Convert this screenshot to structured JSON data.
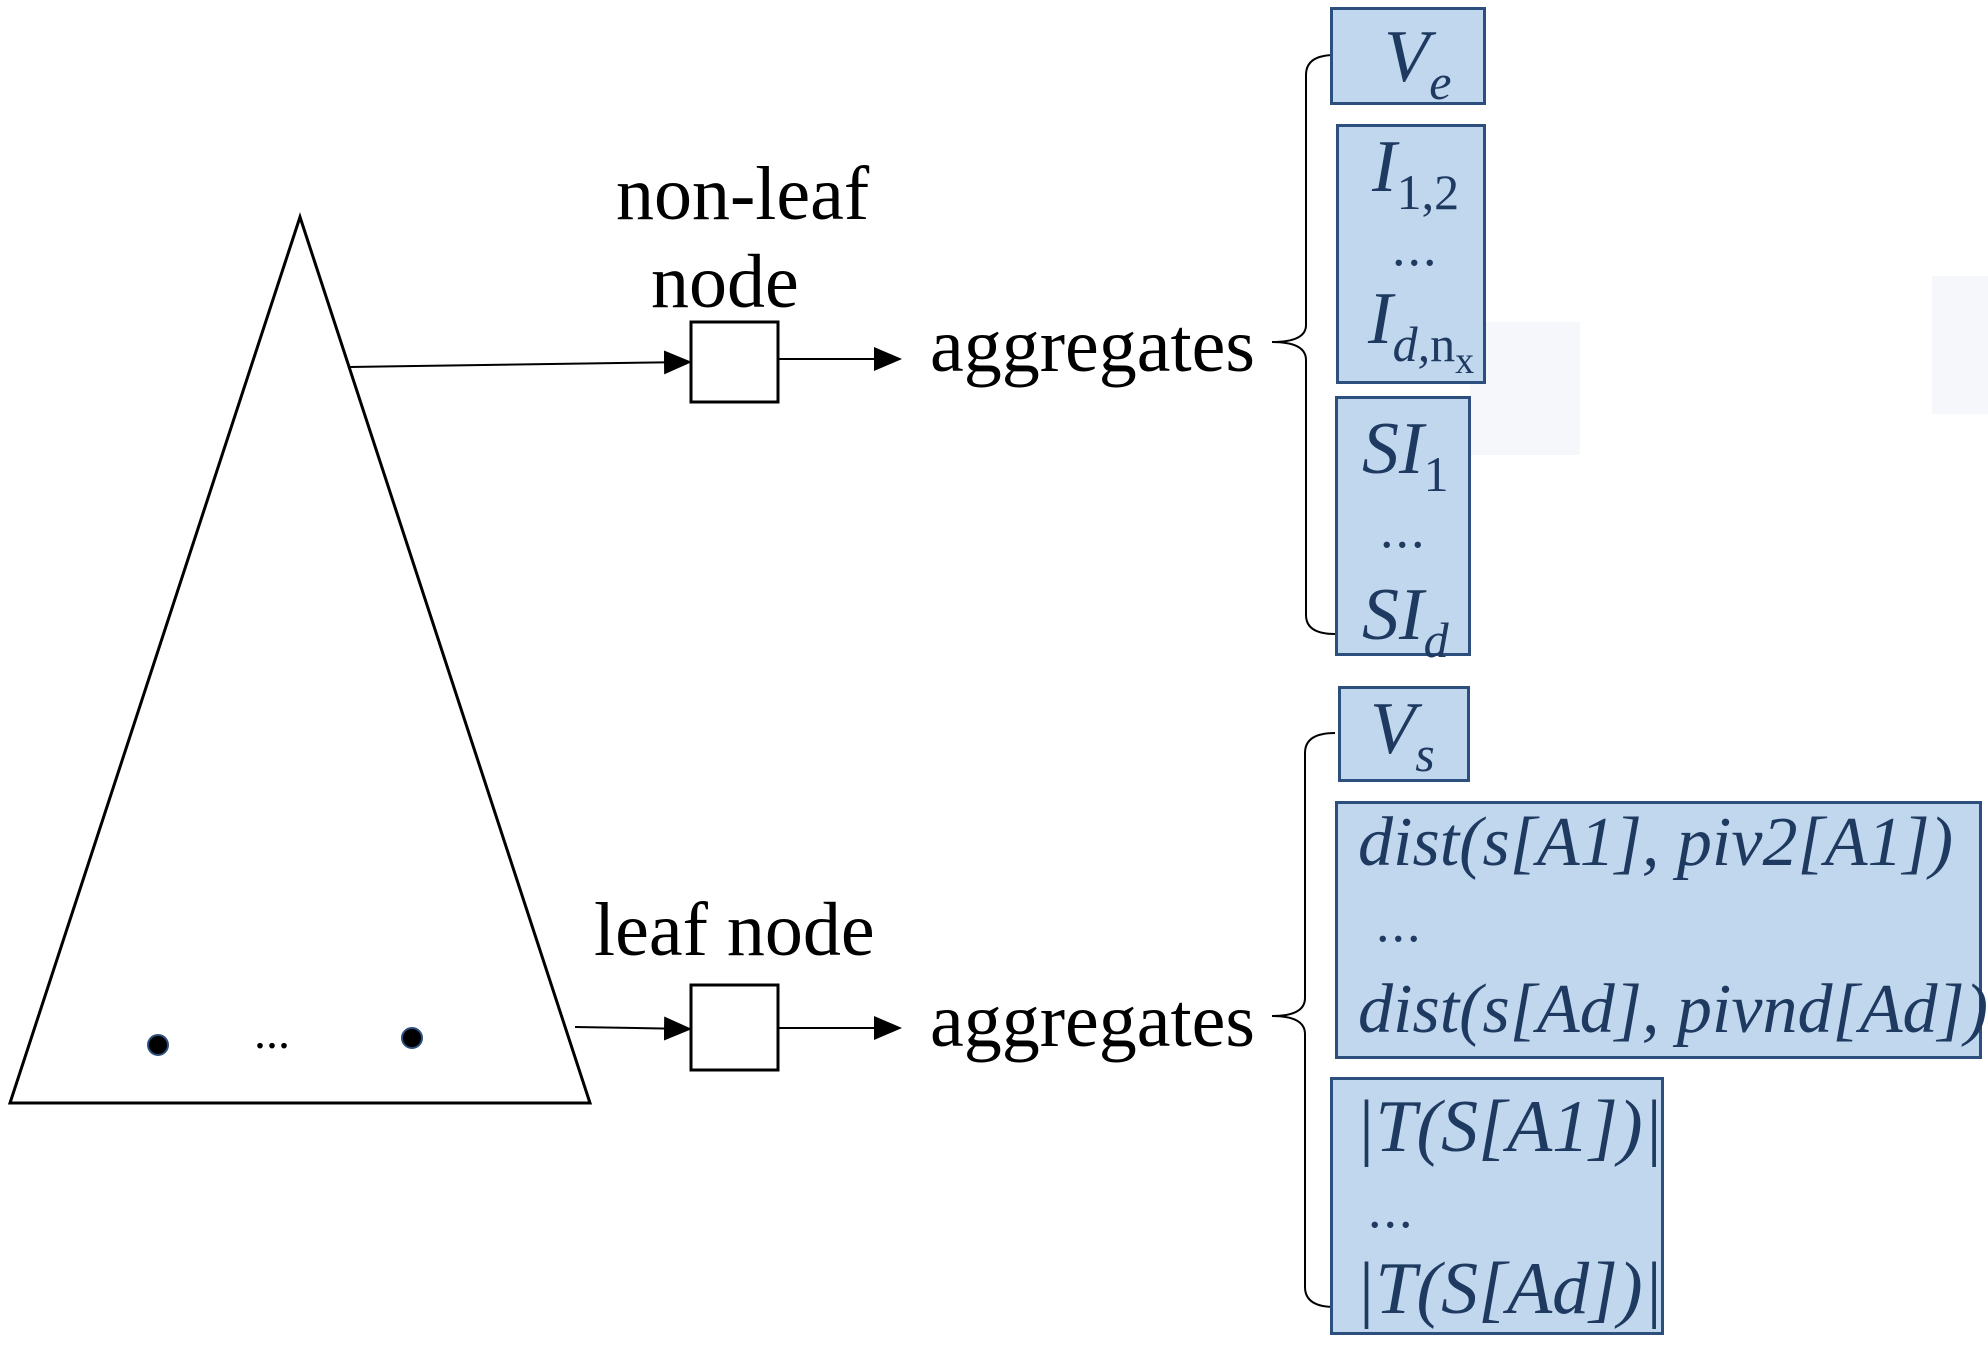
{
  "diagram": {
    "upper_label": "non-leaf node",
    "upper_label_line1": "non-leaf",
    "upper_label_line2": "node",
    "lower_label": "leaf node",
    "aggregates_label": "aggregates",
    "ellipsis": "...",
    "nonleaf_aggregates": {
      "ve": {
        "main": "V",
        "sub": "e"
      },
      "i_first": {
        "main": "I",
        "sub": "1,2"
      },
      "i_last": {
        "main": "I",
        "sub": "d,",
        "subsub": "n",
        "subsub2": "x"
      },
      "si_first": {
        "main": "SI",
        "sub": "1"
      },
      "si_last": {
        "main": "SI",
        "sub": "d"
      }
    },
    "leaf_aggregates": {
      "vs": {
        "main": "V",
        "sub": "s"
      },
      "dist_first": "dist(s[A1], piv2[A1])",
      "dist_last": "dist(s[Ad], pivnd[Ad])",
      "t_first": "|T(S[A1])|",
      "t_last": "|T(S[Ad])|"
    },
    "colors": {
      "box_fill": "#c1d7ee",
      "box_border": "#2d4f7d",
      "math_text": "#1f3a60"
    }
  }
}
